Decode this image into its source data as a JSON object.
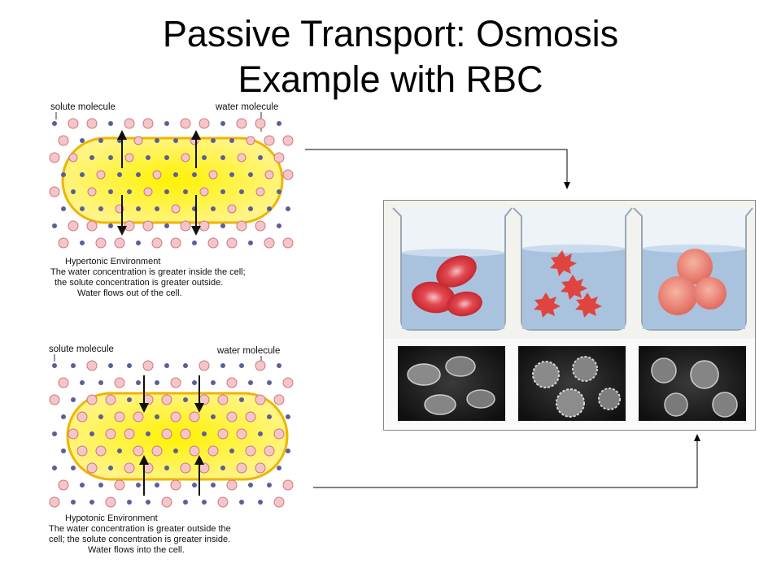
{
  "slide": {
    "title_line1": "Passive Transport: Osmosis",
    "title_line2": "Example with RBC"
  },
  "top_diagram": {
    "solute_label": "solute molecule",
    "water_label": "water molecule",
    "env_title": "Hypertonic Environment",
    "caption_line1": "The water concentration is greater inside the cell;",
    "caption_line2": "the solute concentration is greater outside.",
    "caption_line3": "Water flows out of the cell.",
    "flow": "out"
  },
  "bottom_diagram": {
    "solute_label": "solute molecule",
    "water_label": "water molecule",
    "env_title": "Hypotonic Environment",
    "caption_line1": "The water concentration is greater outside the",
    "caption_line2": "cell; the solute concentration is greater inside.",
    "caption_line3": "Water flows into the cell.",
    "flow": "in"
  },
  "colors": {
    "cell_fill": "#fff27a",
    "cell_center": "#fff200",
    "cell_border": "#f0b400",
    "solute_fill": "#f6c5c9",
    "solute_stroke": "#c9777f",
    "water_fill": "#5a5f9a",
    "beaker_water": "#a9c3de",
    "rbc_red": "#d8323c"
  },
  "icons": [
    "beaker-icon",
    "arrow-icon",
    "red-blood-cell-icon",
    "micrograph-image"
  ]
}
